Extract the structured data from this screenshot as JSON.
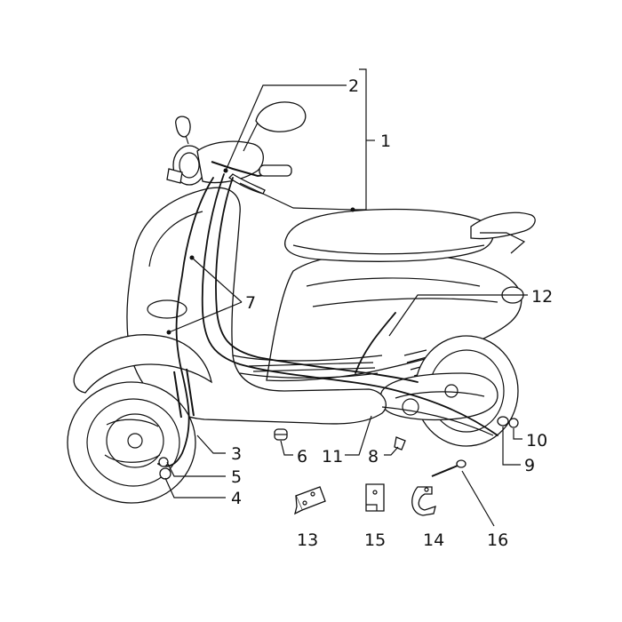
{
  "diagram": {
    "type": "exploded parts diagram",
    "subject": "scooter control cables",
    "colors": {
      "ink": "#111111",
      "background": "#ffffff"
    }
  },
  "callouts": {
    "c1": "1",
    "c2": "2",
    "c3": "3",
    "c4": "4",
    "c5": "5",
    "c6": "6",
    "c7": "7",
    "c8": "8",
    "c9": "9",
    "c10": "10",
    "c11": "11",
    "c12": "12",
    "c13": "13",
    "c14": "14",
    "c15": "15",
    "c16": "16"
  }
}
